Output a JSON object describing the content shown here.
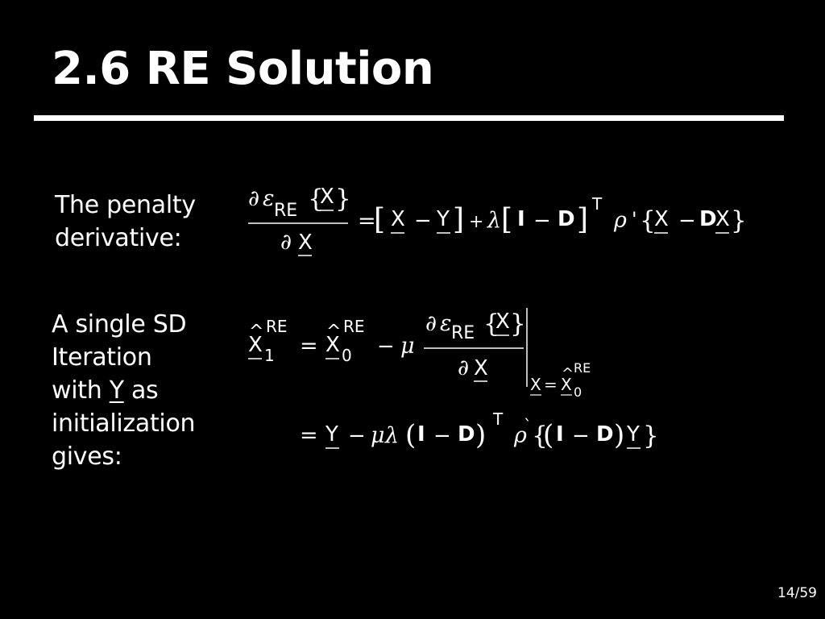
{
  "slide": {
    "title": "2.6 RE Solution",
    "page_number": "14/59"
  },
  "labels": {
    "penalty_derivative": [
      "The penalty",
      "derivative:"
    ],
    "single_sd": {
      "line1": "A single SD",
      "line2": "Iteration",
      "line3_prefix": "with ",
      "line3_var": "Y",
      "line3_suffix": " as",
      "line4": "initialization",
      "line5": "gives:"
    }
  },
  "equations": {
    "penalty_derivative": {
      "partial": "∂",
      "epsilon": "ε",
      "re": "RE",
      "lbrace": "{",
      "rbrace": "}",
      "x": "X",
      "y": "Y",
      "equals": "=",
      "minus": "−",
      "plus": "+",
      "lambda": "λ",
      "lbracket": "[",
      "rbracket": "]",
      "identity": "I",
      "d": "D",
      "transpose": "T",
      "rho": "ρ",
      "prime": "'"
    },
    "sd_iteration": {
      "x": "X",
      "hat": "^",
      "re": "RE",
      "sub1": "1",
      "sub0": "0",
      "equals": "=",
      "minus": "−",
      "mu": "μ",
      "partial": "∂",
      "epsilon": "ε",
      "lbrace": "{",
      "rbrace": "}",
      "eval_x": "X",
      "eval_eq": "=",
      "eval_xhat": "X",
      "eval_re": "RE",
      "eval_sub": "0"
    },
    "sd_result": {
      "equals": "=",
      "y": "Y",
      "minus": "−",
      "mu": "μ",
      "lambda": "λ",
      "lparen": "(",
      "rparen": ")",
      "identity": "I",
      "d": "D",
      "transpose": "T",
      "rho": "ρ",
      "grave": "`",
      "lbrace": "{",
      "rbrace": "}"
    }
  }
}
